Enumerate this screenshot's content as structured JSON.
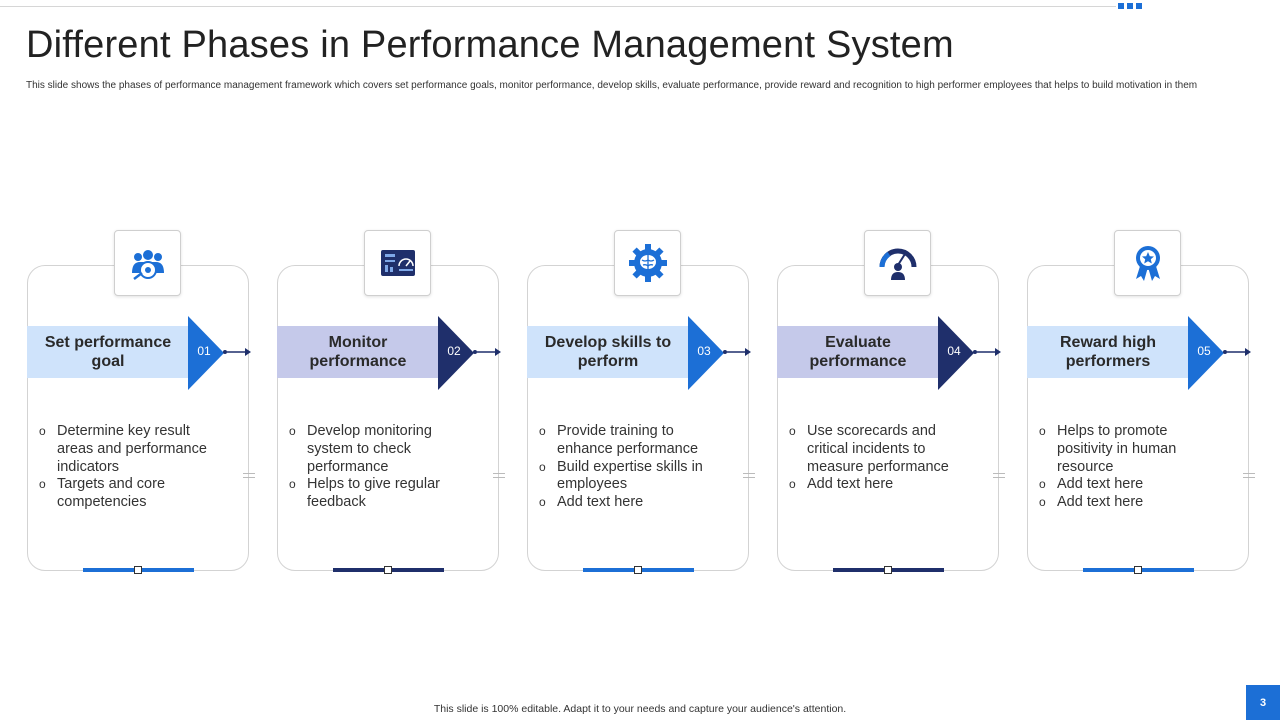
{
  "slide": {
    "title": "Different Phases in Performance Management System",
    "subtitle": "This slide shows the phases of performance management framework which covers set performance goals, monitor performance, develop skills, evaluate performance, provide reward and recognition to high  performer employees that helps to build motivation in them",
    "footer": "This slide is 100% editable.  Adapt it to your needs and capture your audience's attention.",
    "page_number": "3"
  },
  "colors": {
    "accent_blue": "#1c6fd6",
    "navy": "#1f2f6b",
    "band_light_blue": "#cfe3fb",
    "band_lavender": "#c5c9ea"
  },
  "phases": [
    {
      "number": "01",
      "label": "Set performance goal",
      "icon": "team-target-icon",
      "bullets": [
        "Determine key result areas and performance indicators",
        "Targets and core competencies"
      ]
    },
    {
      "number": "02",
      "label": "Monitor performance",
      "icon": "dashboard-monitor-icon",
      "bullets": [
        "Develop monitoring system to check performance",
        "Helps to give regular feedback"
      ]
    },
    {
      "number": "03",
      "label": "Develop skills to perform",
      "icon": "brain-gear-icon",
      "bullets": [
        "Provide training to enhance performance",
        "Build expertise skills in employees",
        "Add text here"
      ]
    },
    {
      "number": "04",
      "label": "Evaluate performance",
      "icon": "gauge-person-icon",
      "bullets": [
        "Use scorecards and critical incidents to measure performance",
        "Add text here"
      ]
    },
    {
      "number": "05",
      "label": "Reward high performers",
      "icon": "award-badge-icon",
      "bullets": [
        "Helps to promote positivity in human resource",
        "Add text here",
        "Add text here"
      ]
    }
  ]
}
